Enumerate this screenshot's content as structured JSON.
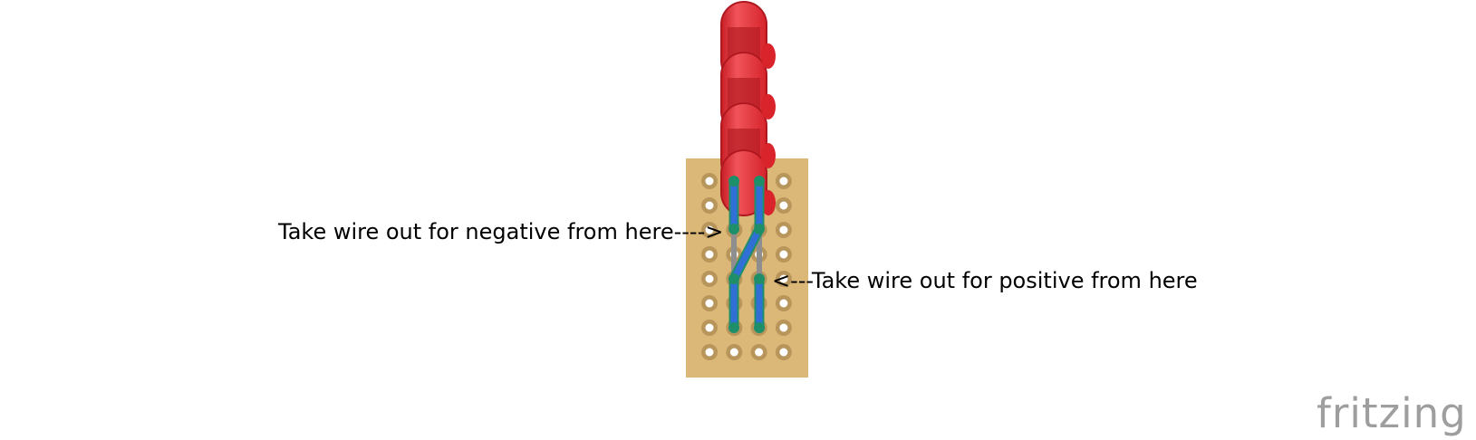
{
  "annotations": {
    "negative": "Take wire out for negative from here",
    "negative_arrow": "---->",
    "positive_arrow": "<---",
    "positive": "Take wire out for positive from here"
  },
  "logo": {
    "text": "fritzing"
  },
  "colors": {
    "board": "#dcb878",
    "pad_ring": "#b8955a",
    "led_red": "#e8353a",
    "wire_blue": "#2f6fd6",
    "wire_outline": "#1f8f6a",
    "logo_gray": "#9e9e9e"
  },
  "board": {
    "type": "stripboard",
    "columns": 4,
    "rows": 8
  },
  "components": {
    "leds": 4,
    "wires": 5
  }
}
